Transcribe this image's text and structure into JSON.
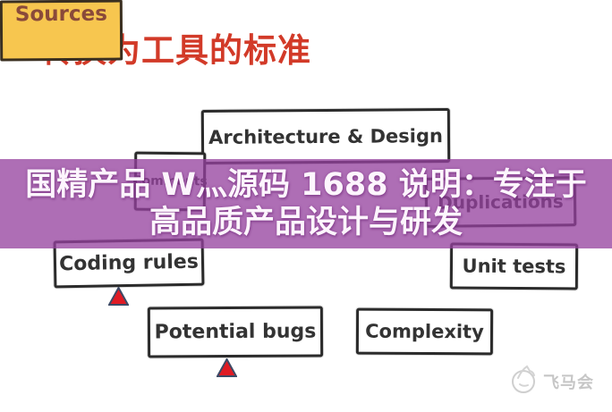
{
  "title": {
    "text": "转换为工具的标准",
    "color": "#d23a28"
  },
  "overlay": {
    "line1": "国精产品 W灬源码 1688 说明：专注于",
    "line2": "高品质产品设计与研发",
    "band_color": "#9440 9e",
    "band_rgba": "rgba(148,64,158,0.76)",
    "text_color": "#fdf5fd"
  },
  "diagram": {
    "boxes": [
      {
        "id": "architecture-design",
        "label": "Architecture & Design"
      },
      {
        "id": "comments",
        "label": "Comments"
      },
      {
        "id": "duplications",
        "label": "Duplications"
      },
      {
        "id": "coding-rules",
        "label": "Coding rules"
      },
      {
        "id": "sources",
        "label": "Sources",
        "fill": "#f7c64f"
      },
      {
        "id": "unit-tests",
        "label": "Unit tests"
      },
      {
        "id": "potential-bugs",
        "label": "Potential bugs"
      },
      {
        "id": "complexity",
        "label": "Complexity"
      }
    ],
    "border_color": "#2b2b2b",
    "marker_color": "#e01b24",
    "marker_outline": "#3d4a66",
    "markers": [
      "warning-triangle",
      "warning-triangle"
    ]
  },
  "watermark": {
    "text": "飞马会",
    "color": "#c6c6c6"
  }
}
